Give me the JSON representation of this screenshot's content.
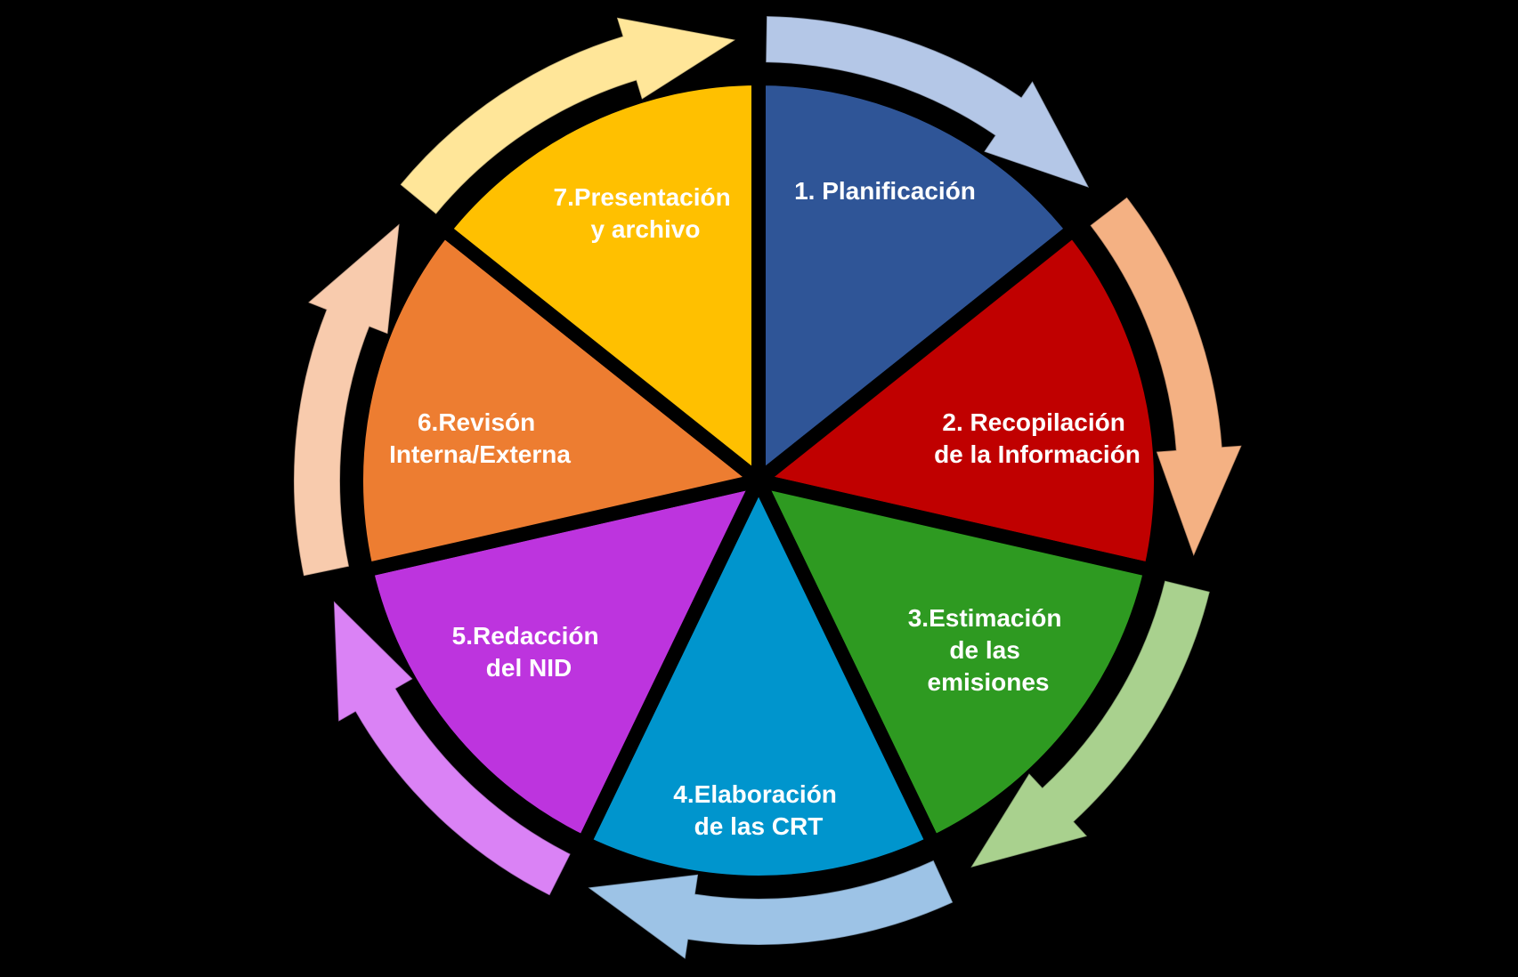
{
  "diagram": {
    "segments": [
      {
        "id": "s1",
        "lines": [
          "1. Planificación"
        ],
        "fill": "#2F5597",
        "arrow": "#B4C7E7"
      },
      {
        "id": "s2",
        "lines": [
          "2. Recopilación",
          "de la Información"
        ],
        "fill": "#C00000",
        "arrow": "#F4B183"
      },
      {
        "id": "s3",
        "lines": [
          "3.Estimación",
          "de las",
          "emisiones"
        ],
        "fill": "#2E9A21",
        "arrow": "#A9D18E"
      },
      {
        "id": "s4",
        "lines": [
          "4.Elaboración",
          "de las CRT"
        ],
        "fill": "#0095CD",
        "arrow": "#9DC3E6"
      },
      {
        "id": "s5",
        "lines": [
          "5.Redacción",
          "del NID"
        ],
        "fill": "#BD34DE",
        "arrow": "#DA82F5"
      },
      {
        "id": "s6",
        "lines": [
          "6.Revisón",
          "Interna/Externa"
        ],
        "fill": "#ED7D31",
        "arrow": "#F8CBAD"
      },
      {
        "id": "s7",
        "lines": [
          "7.Presentación",
          "y archivo"
        ],
        "fill": "#FFC000",
        "arrow": "#FFE699"
      }
    ]
  }
}
